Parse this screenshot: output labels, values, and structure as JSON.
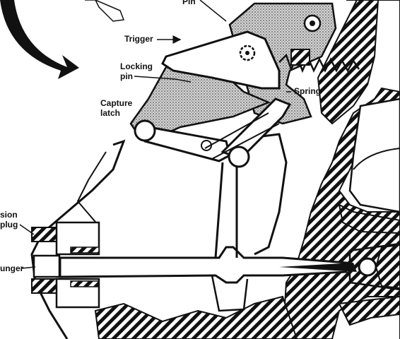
{
  "labels": {
    "pin_partial": "Pin",
    "trigger": "Trigger",
    "locking_pin_line1": "Locking",
    "locking_pin_line2": "pin",
    "spring": "Spring",
    "capture_latch_line1": "Capture",
    "capture_latch_line2": "latch",
    "extension_plug_line1": "sion",
    "extension_plug_line2": "plug",
    "plunger_partial": "unger"
  },
  "colors": {
    "ink": "#111111",
    "stipple": "#9a9a9a",
    "background": "#ffffff"
  }
}
